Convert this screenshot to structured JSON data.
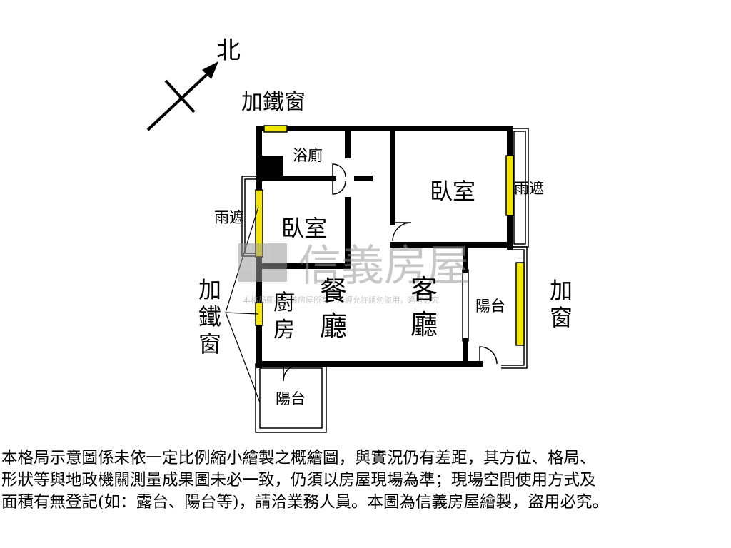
{
  "compass": {
    "north": "北"
  },
  "labels": {
    "iron_window_top": "加鐵窗",
    "bath": "浴廁",
    "bedroom_right": "臥室",
    "canopy_right": "雨遮",
    "canopy_left": "雨遮",
    "bedroom_left": "臥室",
    "iron_window_left": [
      "加",
      "鐵",
      "窗"
    ],
    "kitchen": [
      "廚",
      "房"
    ],
    "dining": [
      "餐",
      "廳"
    ],
    "living": [
      "客",
      "廳"
    ],
    "balcony_right": "陽台",
    "add_window": [
      "加",
      "窗"
    ],
    "balcony_bottom": "陽台"
  },
  "watermark": {
    "brand": "信義房屋",
    "note": "本格局圖為信義房屋所有，未經允許請勿盜用，違者必究"
  },
  "colors": {
    "wall": "#000000",
    "window_fill": "#f2e600",
    "watermark": "#9a9a9a"
  },
  "disclaimer": [
    "本格局示意圖係未依一定比例縮小繪製之概繪圖，與實況仍有差距，其方位、格局、",
    "形狀等與地政機關測量成果圖未必一致，仍須以房屋現場為準；現場空間使用方式及",
    "面積有無登記(如：露台、陽台等)，請洽業務人員。本圖為信義房屋繪製，盜用必究。"
  ]
}
